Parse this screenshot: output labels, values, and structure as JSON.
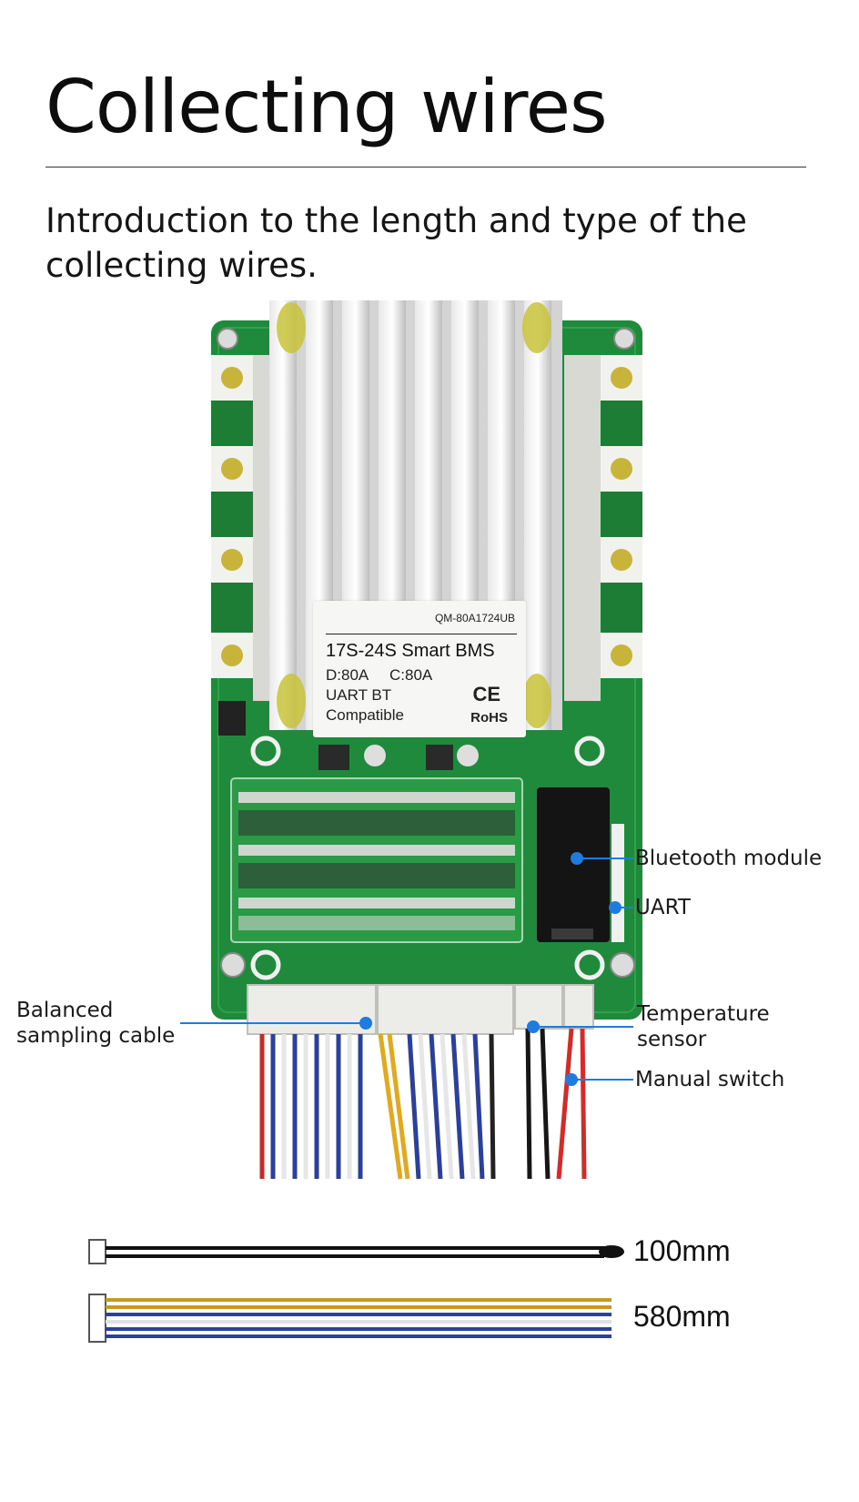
{
  "heading": {
    "title": "Collecting wires",
    "intro": "Introduction to the length and type of the collecting wires."
  },
  "bms_label": {
    "model": "QM-80A1724UB",
    "name": "17S-24S Smart BMS",
    "discharge": "D:80A",
    "charge": "C:80A",
    "interfaces": "UART  BT",
    "compatible": "Compatible",
    "ce_mark": "CE",
    "rohs_mark": "RoHS"
  },
  "callouts": {
    "bluetooth": "Bluetooth module",
    "uart": "UART",
    "balanced_line1": "Balanced",
    "balanced_line2": "sampling cable",
    "temp_line1": "Temperature",
    "temp_line2": "sensor",
    "manual_switch": "Manual switch"
  },
  "wire_lengths": {
    "short": "100mm",
    "long": "580mm"
  },
  "colors": {
    "pcb_green": "#1f8a3c",
    "callout_blue": "#1e7be0",
    "wire_gold": "#c79a1e",
    "wire_blue": "#2b3f9c"
  }
}
